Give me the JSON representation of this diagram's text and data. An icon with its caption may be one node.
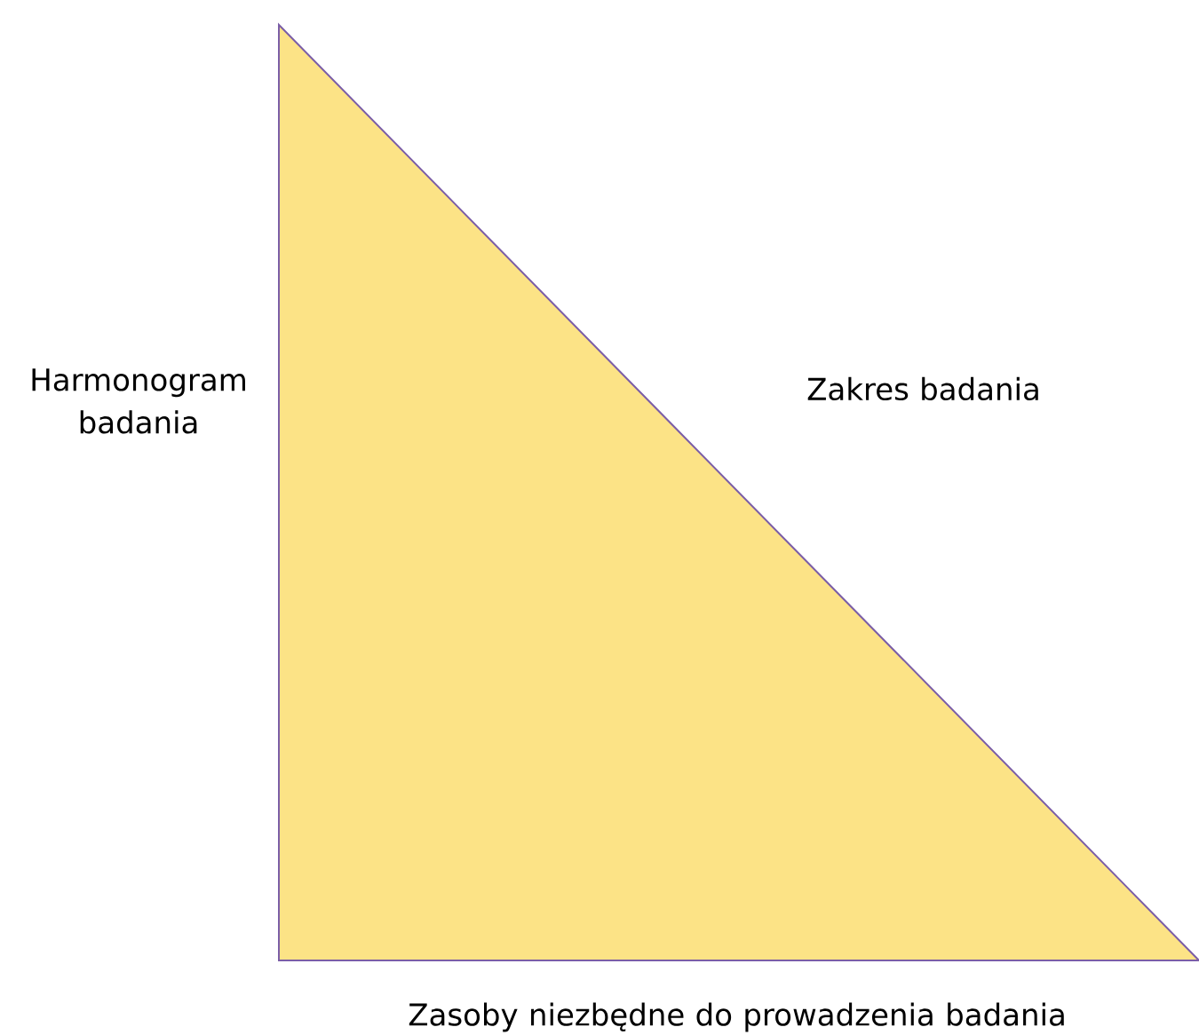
{
  "diagram": {
    "labels": [
      "Harmonogram badania",
      "Zakres badania",
      "Zasoby niezbędne do prowadzenia badania"
    ]
  }
}
